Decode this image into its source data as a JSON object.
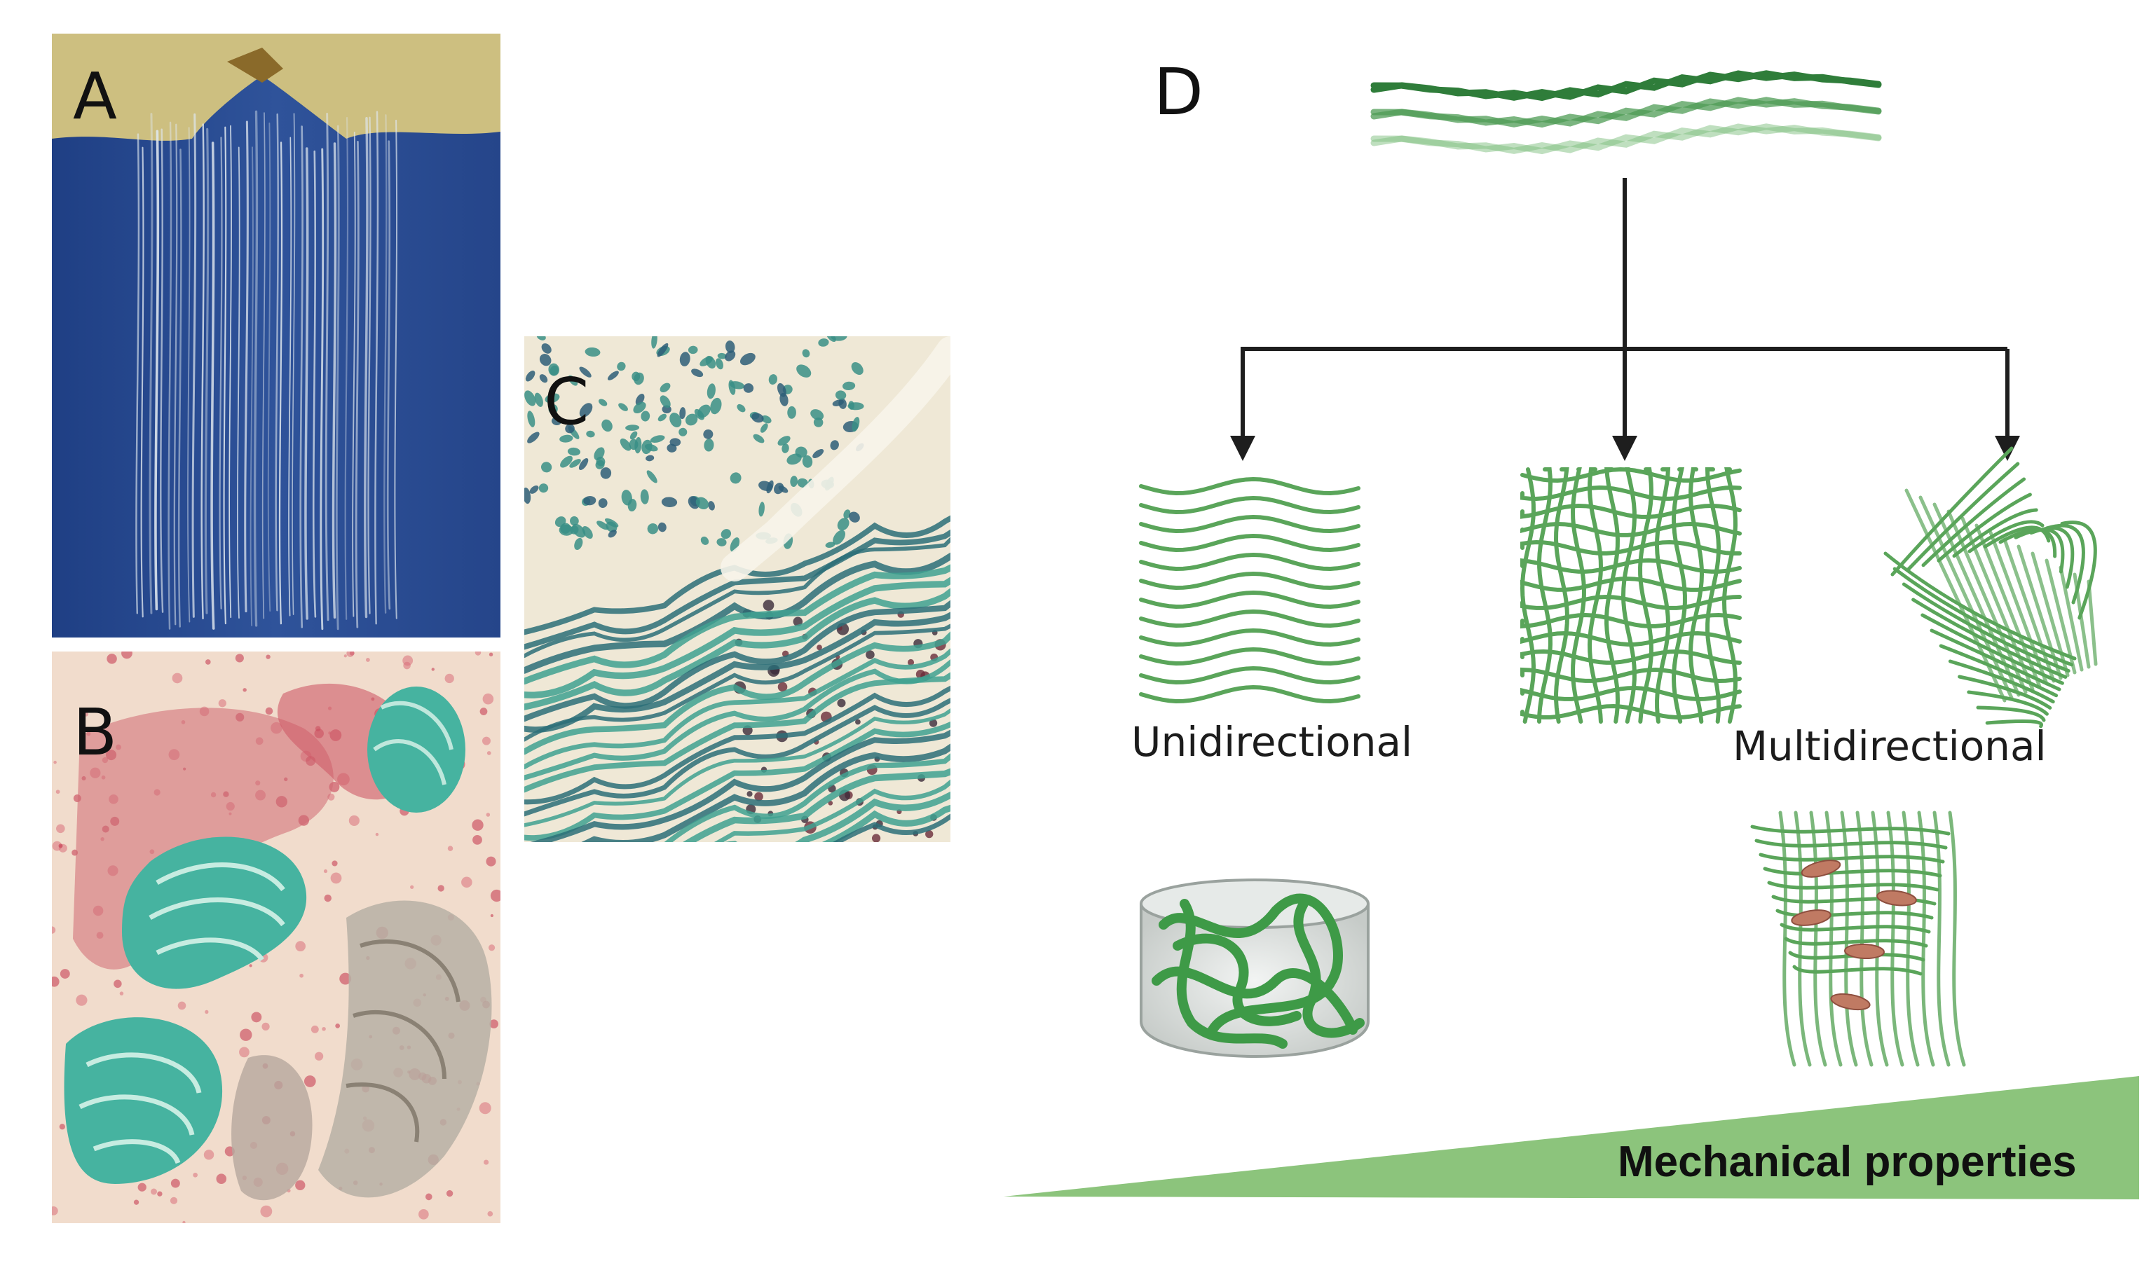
{
  "panels": {
    "a": {
      "label": "A"
    },
    "b": {
      "label": "B"
    },
    "c": {
      "label": "C"
    },
    "d": {
      "label": "D",
      "unidirectional_label": "Unidirectional",
      "multidirectional_label": "Multidirectional",
      "gradient_label": "Mechanical properties"
    }
  },
  "colors": {
    "fiber_green": "#5aa55a",
    "fiber_dark": "#2f7d3a",
    "wedge_green": "#8cc47c",
    "blue_bg": "#2c4f93",
    "beige": "#cfc082",
    "histo_pink": "#f3ddd0",
    "histo_red": "#c2334a",
    "histo_teal": "#46b3a0",
    "arrow": "#1e1e1e"
  }
}
